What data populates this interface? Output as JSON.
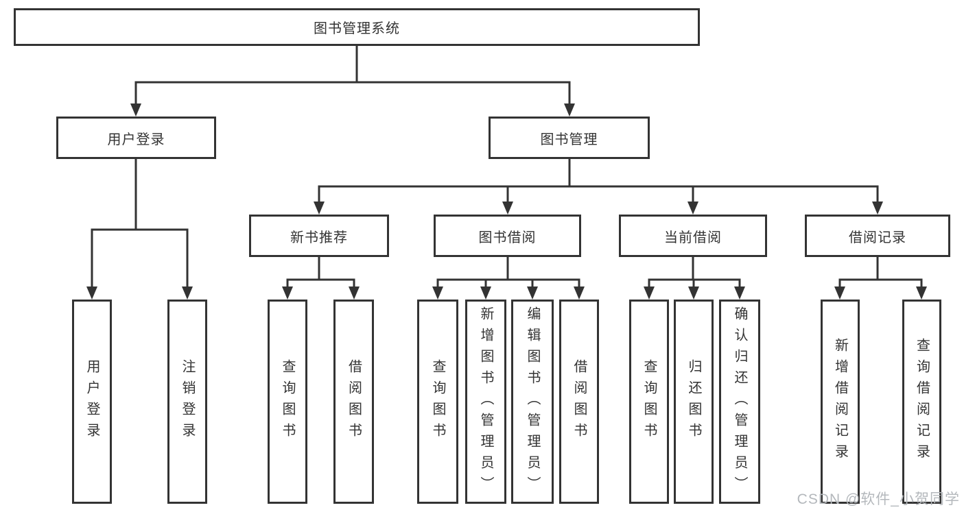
{
  "tree": {
    "label": "图书管理系统",
    "children": [
      {
        "label": "用户登录",
        "children": [
          {
            "label": "用户登录"
          },
          {
            "label": "注销登录"
          }
        ]
      },
      {
        "label": "图书管理",
        "children": [
          {
            "label": "新书推荐",
            "children": [
              {
                "label": "查询图书"
              },
              {
                "label": "借阅图书"
              }
            ]
          },
          {
            "label": "图书借阅",
            "children": [
              {
                "label": "查询图书"
              },
              {
                "label": "新增图书（管理员）"
              },
              {
                "label": "编辑图书（管理员）"
              },
              {
                "label": "借阅图书"
              }
            ]
          },
          {
            "label": "当前借阅",
            "children": [
              {
                "label": "查询图书"
              },
              {
                "label": "归还图书"
              },
              {
                "label": "确认归还（管理员）"
              }
            ]
          },
          {
            "label": "借阅记录",
            "children": [
              {
                "label": "新增借阅记录"
              },
              {
                "label": "查询借阅记录"
              }
            ]
          }
        ]
      }
    ]
  },
  "watermark": {
    "text": "CSDN @软件_小贺同学",
    "color": "#b4b8bc"
  },
  "colors": {
    "line": "#333333",
    "box_border": "#333333",
    "text": "#333333",
    "background": "#ffffff"
  }
}
